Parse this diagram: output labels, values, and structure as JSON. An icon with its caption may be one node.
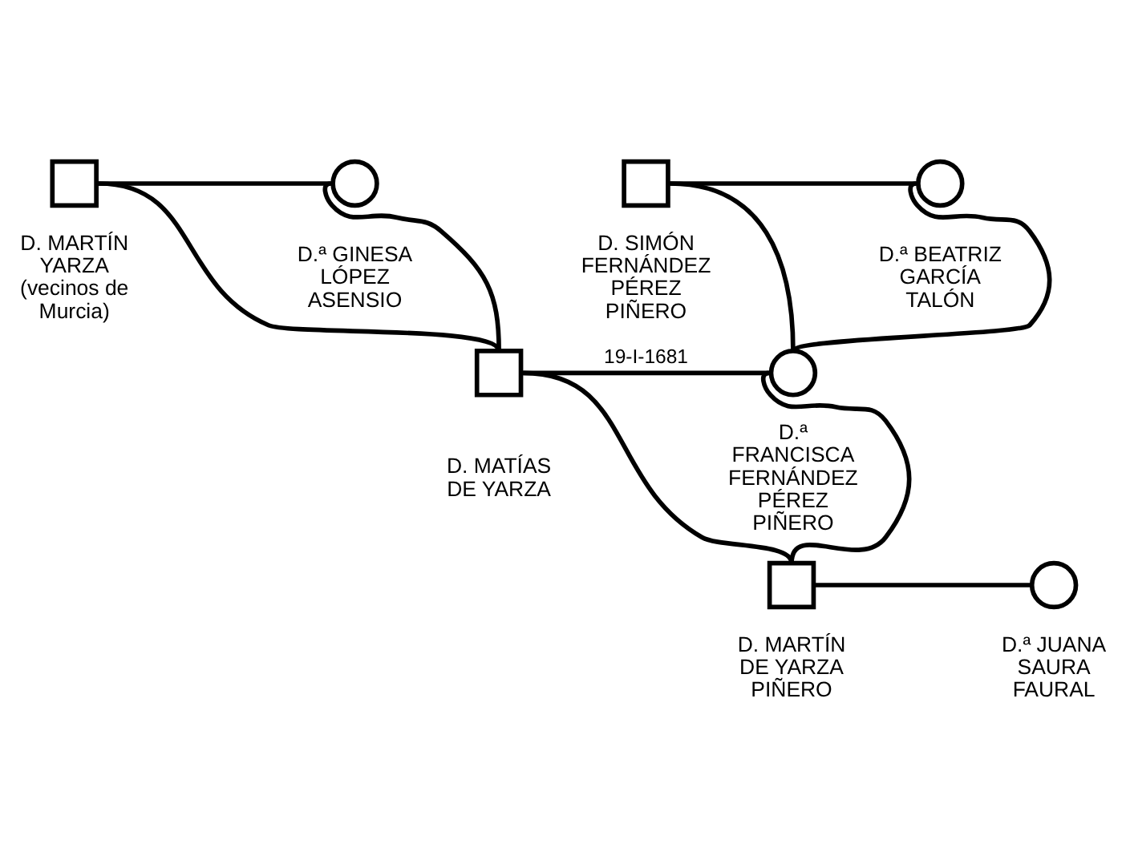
{
  "diagram": {
    "nodes": [
      {
        "text": [],
        "shape": "box",
        "beside": [
          "D. MARTÍN YARZA (vecinos de Murcia)"
        ]
      },
      {
        "text": [],
        "shape": "circle",
        "beside": [
          "D.ª GINESA LÓPEZ ASENSIO"
        ]
      },
      {
        "text": [],
        "shape": "box",
        "beside": [
          "D. SIMÓN FERNÁNDEZ PÉREZ PIÑERO"
        ]
      },
      {
        "text": [],
        "shape": "circle",
        "beside": [
          "D.ª BEATRIZ GARCÍA TALÓN"
        ]
      },
      {
        "text": [],
        "shape": "box",
        "beside": [
          "D. MATÍAS DE YARZA"
        ]
      },
      {
        "text": [],
        "shape": "circle",
        "beside": [
          "D.ª FRANCISCA FERNÁNDEZ PÉREZ PIÑERO"
        ]
      },
      {
        "text": [],
        "shape": "box",
        "beside": [
          "D. MARTÍN DE YARZA PIÑERO"
        ]
      },
      {
        "text": [],
        "shape": "circle",
        "beside": [
          "D.ª JUANA SAURA FAURAL"
        ]
      }
    ],
    "edges": [
      {
        "from": 0,
        "to": 1,
        "arrow": "none"
      },
      {
        "from": 2,
        "to": 3,
        "arrow": "none"
      },
      {
        "from": 0,
        "to": 4,
        "arrow": "none"
      },
      {
        "from": 1,
        "to": 4,
        "arrow": "none"
      },
      {
        "from": 2,
        "to": 5,
        "arrow": "none"
      },
      {
        "from": 3,
        "to": 5,
        "arrow": "none"
      },
      {
        "from": 4,
        "to": 5,
        "arrow": "none",
        "label": "19-I-1681"
      },
      {
        "from": 4,
        "to": 6,
        "arrow": "none"
      },
      {
        "from": 5,
        "to": 6,
        "arrow": "none"
      },
      {
        "from": 6,
        "to": 7,
        "arrow": "none"
      }
    ]
  }
}
